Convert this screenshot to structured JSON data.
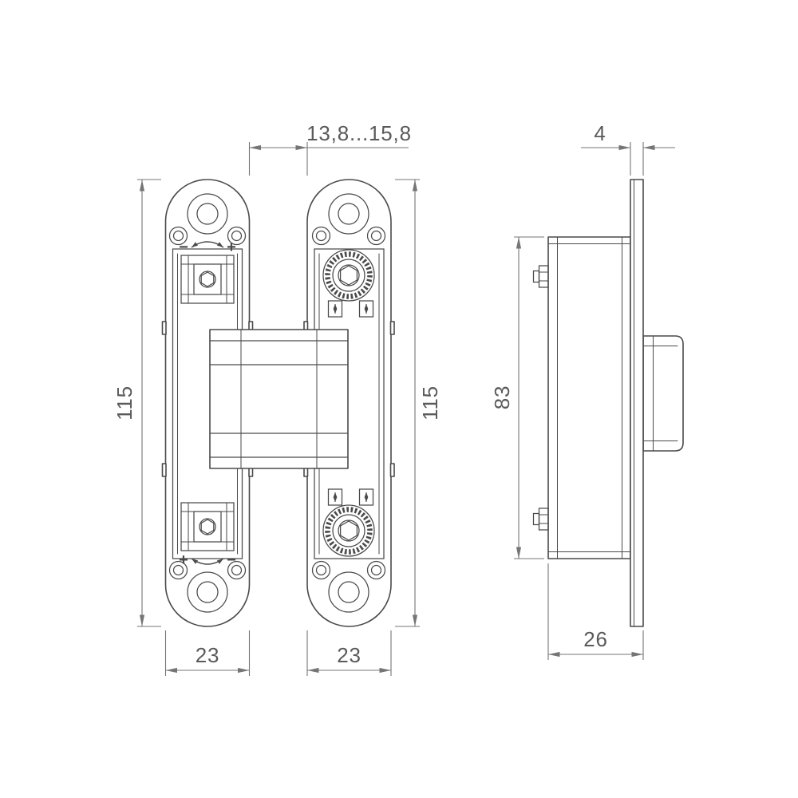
{
  "views": {
    "front": {
      "adjustment_labels": {
        "top_left": "−",
        "top_right": "+",
        "bottom_left": "+",
        "bottom_right": "−"
      }
    }
  },
  "dimensions": {
    "gap_adjust_range": "13,8...15,8",
    "faceplate_thickness": "4",
    "left_plate_height": "115",
    "right_plate_height": "115",
    "side_body_height": "83",
    "left_plate_width": "23",
    "right_plate_width": "23",
    "side_depth": "26"
  },
  "icons": {
    "rotation_adjust": "curved-double-arrow",
    "vertical_adjust": "up-down-arrow"
  },
  "colors": {
    "line": "#4a4a4a",
    "dimension_line": "#757575",
    "text": "#5a5a5a",
    "background": "#ffffff"
  }
}
